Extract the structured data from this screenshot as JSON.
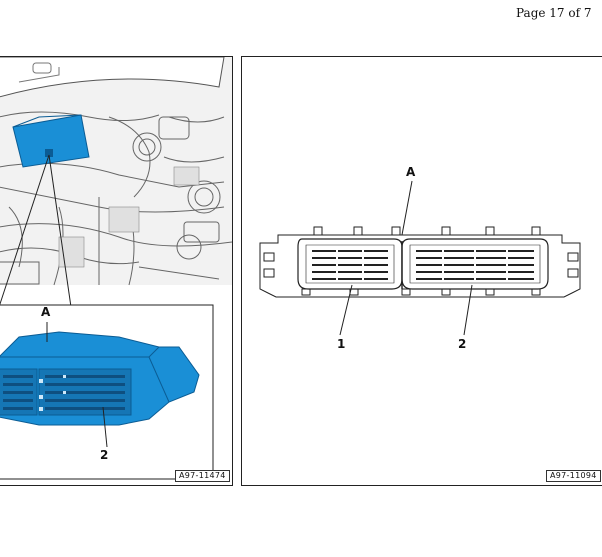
{
  "header": {
    "page_label": "Page 17 of 7"
  },
  "figure_left": {
    "callout_a": "A",
    "callout_2": "2",
    "figure_id": "A97-11474"
  },
  "figure_right": {
    "callout_a": "A",
    "callout_1": "1",
    "callout_2": "2",
    "figure_id": "A97-11094"
  },
  "colors": {
    "highlight": "#1a8fd6",
    "line": "#222222",
    "engine_fill": "#eeeeee"
  }
}
